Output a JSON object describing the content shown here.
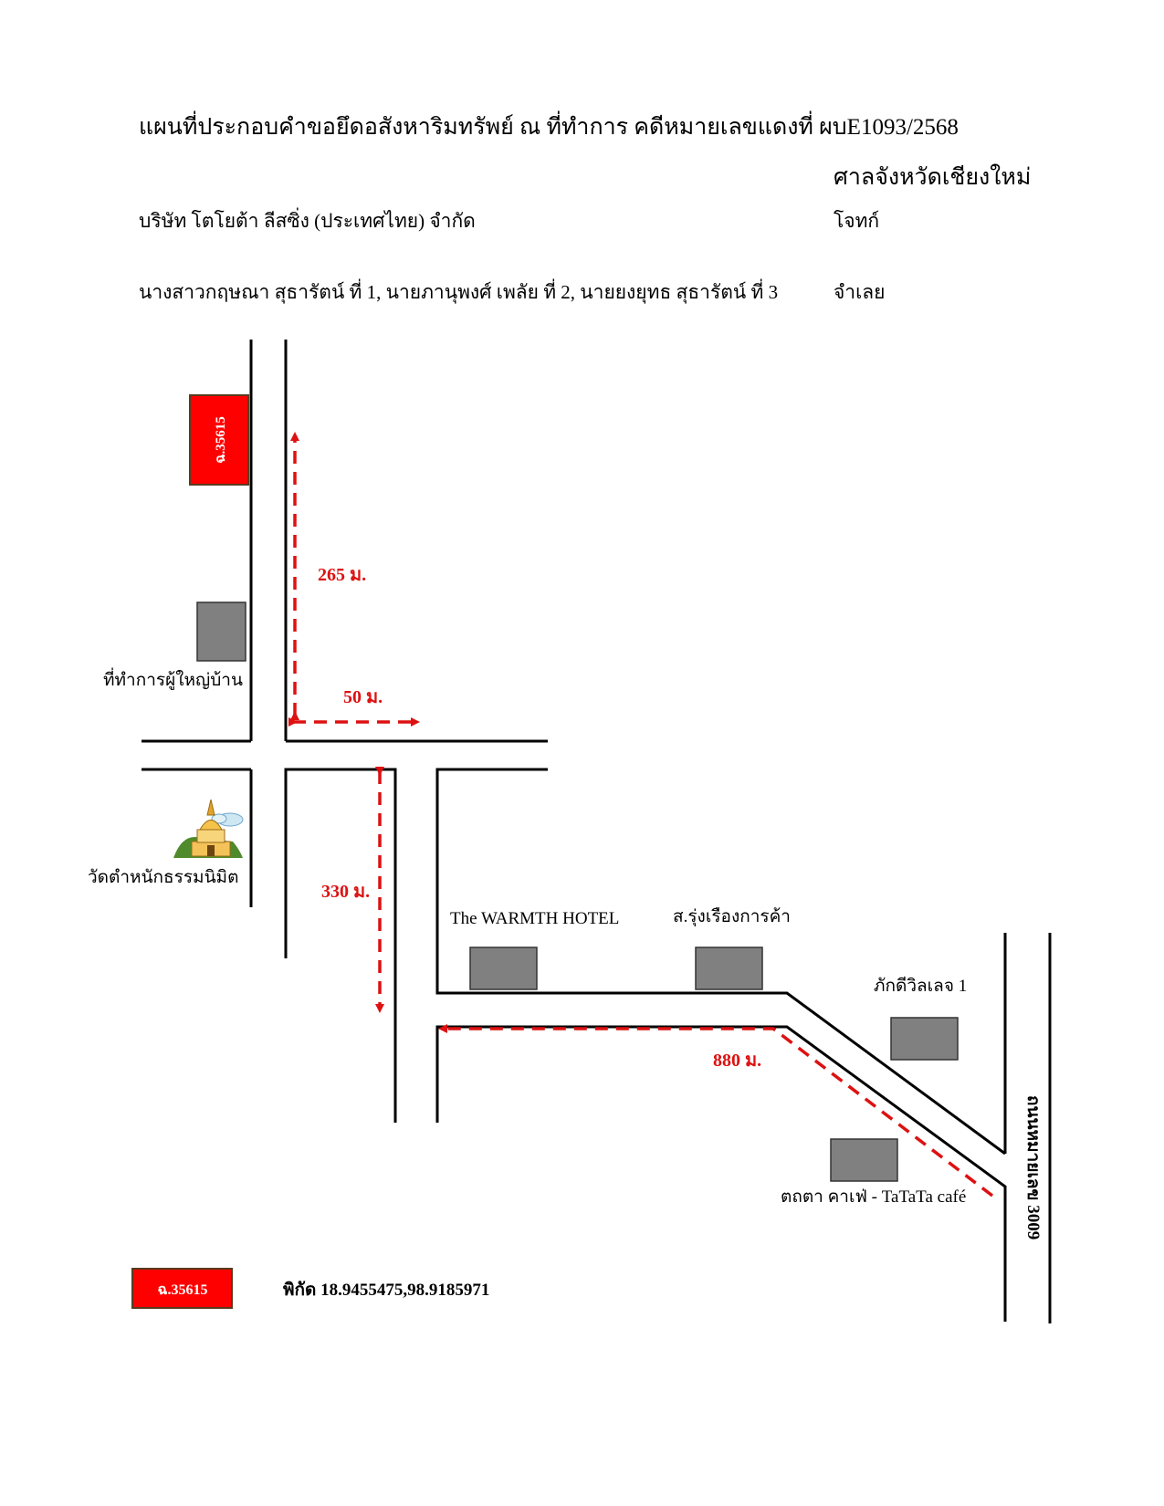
{
  "header": {
    "title": "แผนที่ประกอบคำขอยึดอสังหาริมทรัพย์ ณ ที่ทำการ คดีหมายเลขแดงที่ ผบE1093/2568",
    "court": "ศาลจังหวัดเชียงใหม่",
    "plaintiff": "บริษัท โตโยต้า ลีสซิ่ง (ประเทศไทย) จำกัด",
    "plaintiff_role": "โจทก์",
    "defendants": "นางสาวกฤษณา สุธารัตน์ ที่ 1, นายภานุพงศ์ เพลัย ที่ 2, นายยงยุทธ สุธารัตน์ ที่ 3",
    "defendant_role": "จำเลย"
  },
  "map": {
    "parcel_label": "ฉ.35615",
    "landmarks": {
      "village_head_office": "ที่ทำการผู้ใหญ่บ้าน",
      "temple": "วัดตำหนักธรรมนิมิต",
      "hotel": "The WARMTH HOTEL",
      "shop": "ส.รุ่งเรืองการค้า",
      "villa": "ภักดีวิลเลจ 1",
      "cafe": "ตถตา คาเฟ่ - TaTaTa café"
    },
    "road_label": "ถนนหมายเลข 3009",
    "distances": {
      "north_segment": "265 ม.",
      "cross_segment": "50 ม.",
      "south_segment": "330 ม.",
      "diagonal_segment": "880 ม."
    },
    "colors": {
      "parcel": "#ff0000",
      "route": "#dd1111",
      "building": "#808080",
      "road": "#000000"
    }
  },
  "legend": {
    "parcel_label": "ฉ.35615",
    "coordinates": "พิกัด 18.9455475,98.9185971"
  }
}
